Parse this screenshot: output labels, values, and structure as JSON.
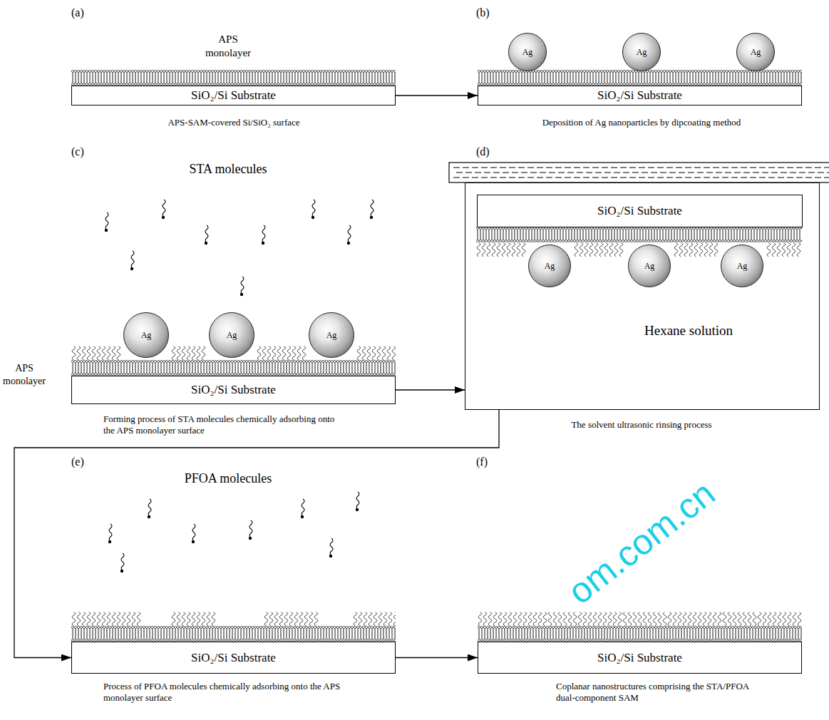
{
  "diagram": {
    "nodes": [
      {
        "text": [
          "SiO₂/Si Substrate"
        ]
      },
      {
        "text": [
          "SiO₂/Si Substrate"
        ]
      },
      {
        "text": [
          "Ag"
        ]
      },
      {
        "text": [
          "Ag"
        ]
      },
      {
        "text": [
          "Ag"
        ]
      },
      {
        "text": [
          "SiO₂/Si Substrate"
        ]
      },
      {
        "text": [
          "Ag"
        ]
      },
      {
        "text": [
          "Ag"
        ]
      },
      {
        "text": [
          "Ag"
        ]
      },
      {
        "text": [
          "Hexane solution"
        ]
      },
      {
        "text": [
          "SiO₂/Si Substrate"
        ],
        "in": 9
      },
      {
        "text": [
          "Ag"
        ],
        "in": 9
      },
      {
        "text": [
          "Ag"
        ],
        "in": 9
      },
      {
        "text": [
          "Ag"
        ],
        "in": 9
      },
      {
        "text": [
          "SiO₂/Si Substrate"
        ]
      },
      {
        "text": [
          "SiO₂/Si Substrate"
        ]
      }
    ],
    "edges": [
      {
        "from": 0,
        "to": 1,
        "arrow": "to"
      },
      {
        "from": 5,
        "to": 9,
        "arrow": "to"
      },
      {
        "from": 9,
        "to": 14,
        "arrow": "to"
      },
      {
        "from": 14,
        "to": 15,
        "arrow": "to"
      }
    ],
    "labels": [
      "(a)",
      "APS monolayer",
      "APS-SAM-covered Si/SiO₂ surface",
      "(b)",
      "Deposition of Ag nanoparticles by dipcoating method",
      "(c)",
      "STA molecules",
      "APS monolayer",
      "Forming process of STA molecules chemically adsorbing onto the APS monolayer surface",
      "(d)",
      "The solvent ultrasonic rinsing process",
      "(e)",
      "PFOA molecules",
      "Process of PFOA molecules chemically adsorbing onto the APS monolayer surface",
      "(f)",
      "Coplanar nanostructures comprising the STA/PFOA dual-component SAM",
      "om.com.cn"
    ]
  }
}
